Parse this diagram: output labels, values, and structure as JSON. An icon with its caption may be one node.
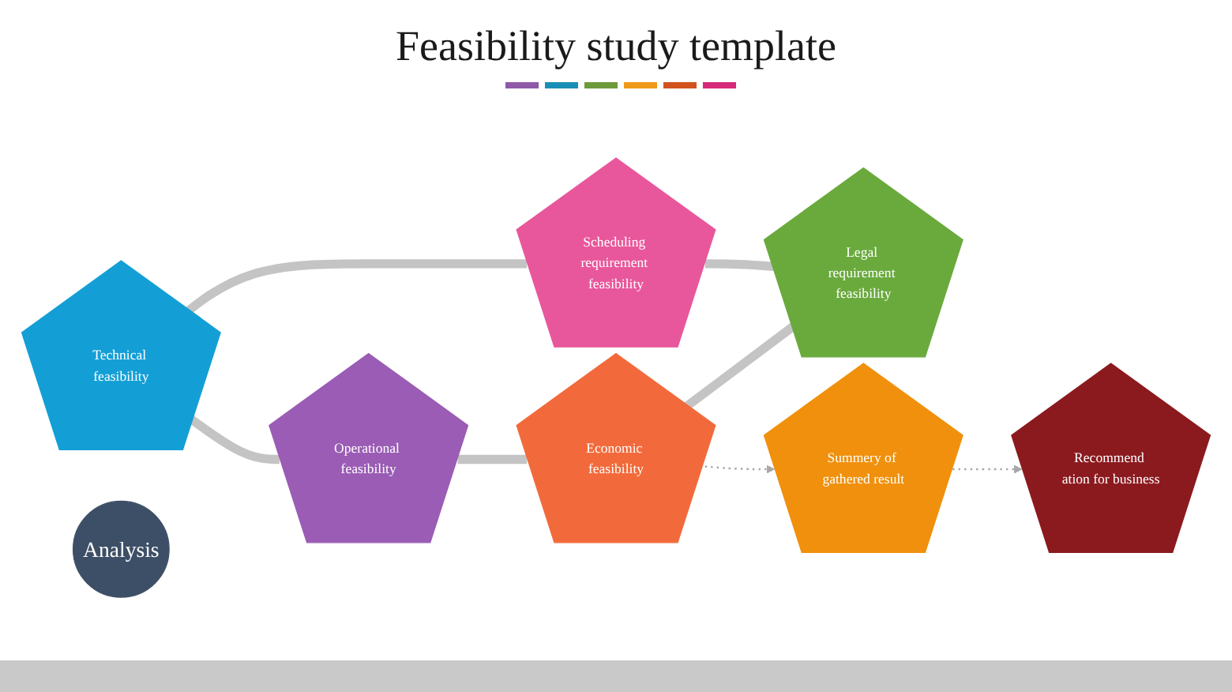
{
  "diagram": {
    "title": "Feasibility study template",
    "nodes": [
      {
        "text": [
          "Operational feasibility"
        ]
      },
      {
        "text": [
          "Economic feasibility"
        ]
      },
      {
        "text": [
          "Legal requirement feasibility"
        ]
      },
      {
        "text": [
          "Scheduling requirement feasibility"
        ]
      },
      {
        "text": [
          "Technical feasibility"
        ]
      },
      {
        "text": [
          "Analysis"
        ]
      },
      {
        "text": [
          "Summery of gathered result"
        ]
      },
      {
        "text": [
          "Recommend ation for business"
        ]
      }
    ],
    "edges": [
      {
        "from": 0,
        "to": 1,
        "arrow": "none"
      },
      {
        "from": 1,
        "to": 2,
        "arrow": "none"
      },
      {
        "from": 3,
        "to": 2,
        "arrow": "none"
      },
      {
        "from": 4,
        "to": 3,
        "arrow": "none"
      },
      {
        "from": 4,
        "to": 0,
        "arrow": "none"
      },
      {
        "from": 1,
        "to": 6,
        "arrow": "to",
        "style": "dashed"
      },
      {
        "from": 6,
        "to": 7,
        "arrow": "to",
        "style": "dashed"
      }
    ]
  }
}
